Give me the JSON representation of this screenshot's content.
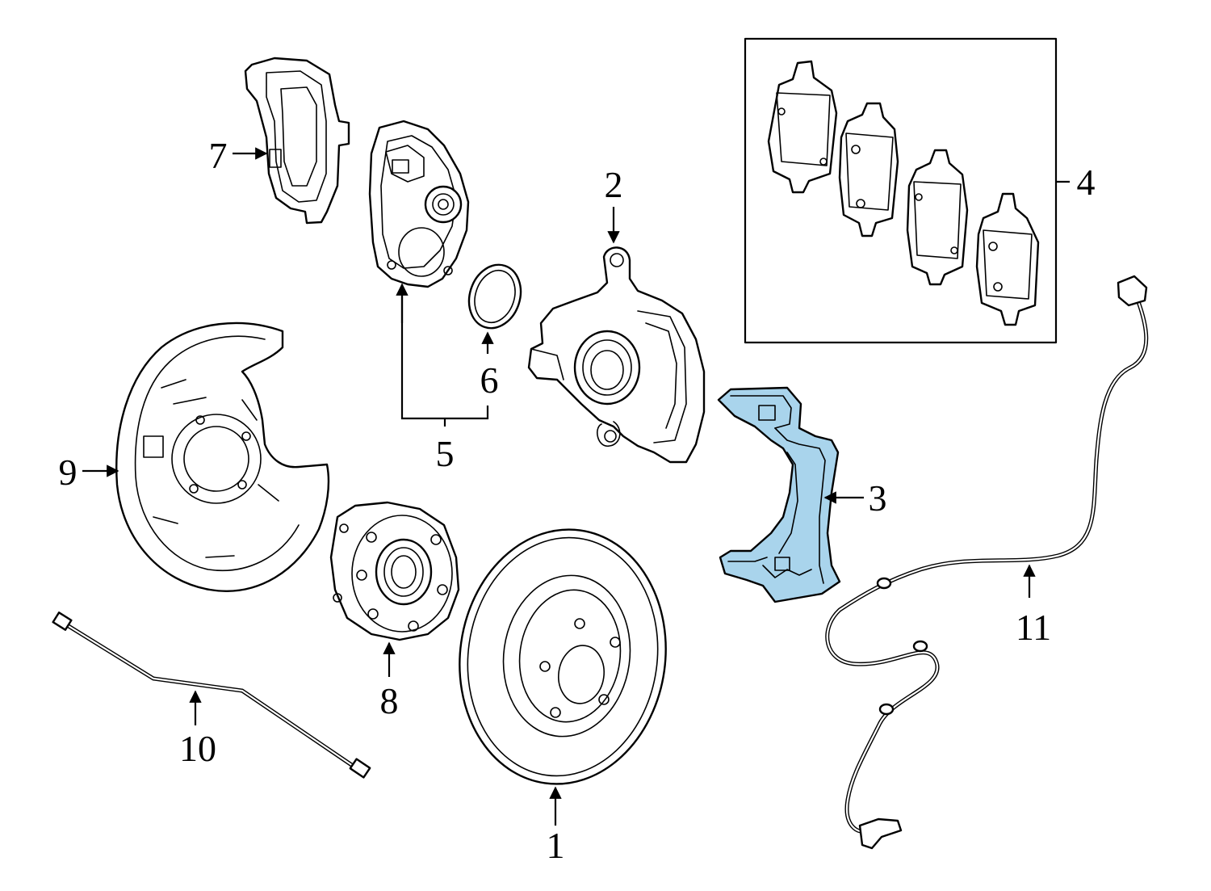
{
  "diagram": {
    "highlight_color": "#a9d4ec",
    "line_color": "#000000",
    "background": "#ffffff",
    "callouts": [
      {
        "id": "1",
        "text": "1"
      },
      {
        "id": "2",
        "text": "2"
      },
      {
        "id": "3",
        "text": "3"
      },
      {
        "id": "4",
        "text": "4"
      },
      {
        "id": "5",
        "text": "5"
      },
      {
        "id": "6",
        "text": "6"
      },
      {
        "id": "7",
        "text": "7"
      },
      {
        "id": "8",
        "text": "8"
      },
      {
        "id": "9",
        "text": "9"
      },
      {
        "id": "10",
        "text": "10"
      },
      {
        "id": "11",
        "text": "11"
      }
    ]
  }
}
